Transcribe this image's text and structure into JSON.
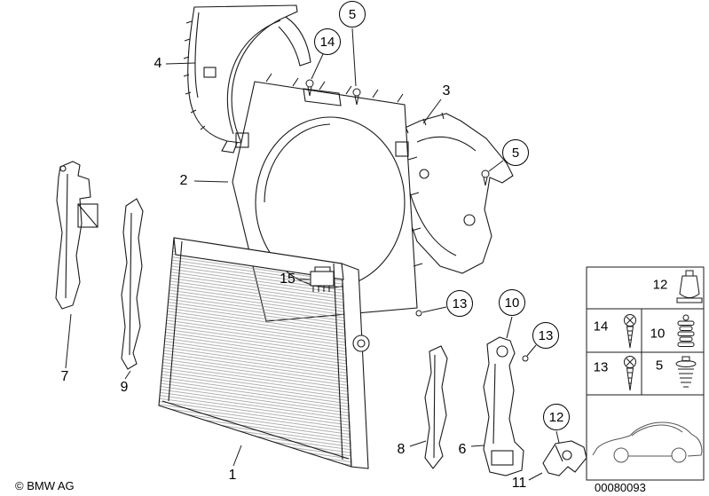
{
  "callouts": [
    {
      "label": "4",
      "shape": "plain"
    },
    {
      "label": "14",
      "shape": "circled"
    },
    {
      "label": "5",
      "shape": "circled"
    },
    {
      "label": "3",
      "shape": "plain"
    },
    {
      "label": "5",
      "shape": "circled"
    },
    {
      "label": "2",
      "shape": "plain"
    },
    {
      "label": "15",
      "shape": "plain"
    },
    {
      "label": "13",
      "shape": "circled"
    },
    {
      "label": "10",
      "shape": "circled"
    },
    {
      "label": "13",
      "shape": "circled"
    },
    {
      "label": "7",
      "shape": "plain"
    },
    {
      "label": "9",
      "shape": "plain"
    },
    {
      "label": "1",
      "shape": "plain"
    },
    {
      "label": "8",
      "shape": "plain"
    },
    {
      "label": "6",
      "shape": "plain"
    },
    {
      "label": "12",
      "shape": "circled"
    },
    {
      "label": "11",
      "shape": "plain"
    }
  ],
  "legend": {
    "items": [
      {
        "label": "12",
        "icon": "rubber-buffer-icon"
      },
      {
        "label": "14",
        "icon": "screw-icon"
      },
      {
        "label": "10",
        "icon": "grommet-stack-icon"
      },
      {
        "label": "13",
        "icon": "screw-icon"
      },
      {
        "label": "5",
        "icon": "expansion-rivet-icon"
      }
    ]
  },
  "footer": {
    "copyright": "© BMW AG",
    "diagram_number": "00080093"
  },
  "colors": {
    "line": "#1a1a1a",
    "background": "#ffffff"
  }
}
